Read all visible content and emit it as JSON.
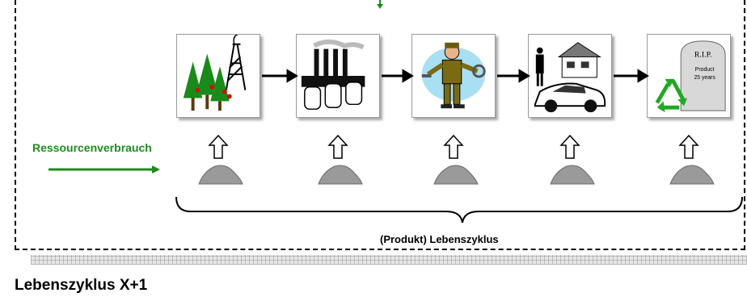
{
  "diagram": {
    "resource_label": "Ressourcenverbrauch",
    "lifecycle_caption": "(Produkt) Lebenszyklus",
    "footer_title": "Lebenszyklus X+1",
    "tombstone_heading": "R.I.P.",
    "tombstone_line1": "Product",
    "tombstone_line2": "25 years",
    "stages": [
      {
        "icon": "raw-material-extraction-icon"
      },
      {
        "icon": "factory-icon"
      },
      {
        "icon": "mechanic-worker-icon"
      },
      {
        "icon": "house-car-usage-icon"
      },
      {
        "icon": "recycling-tombstone-icon"
      }
    ],
    "colors": {
      "accent_green": "#1e8c1e",
      "frame": "#000000",
      "rubble": "#9a9a9a"
    }
  }
}
